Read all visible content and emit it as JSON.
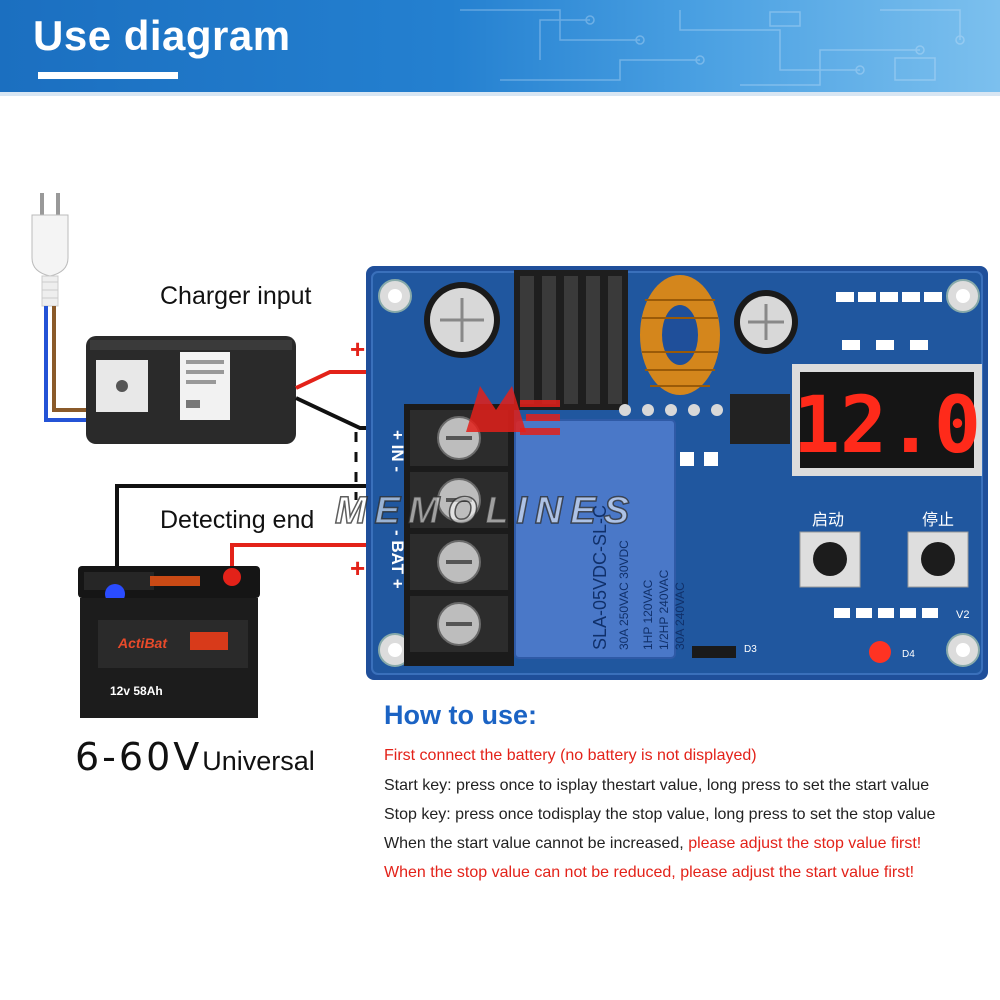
{
  "header": {
    "title": "Use diagram"
  },
  "labels": {
    "charger_input": "Charger input",
    "detecting_end": "Detecting end",
    "voltage_range": "6-60V",
    "voltage_suffix": "Universal"
  },
  "terminals": {
    "plus": "+",
    "minus": "-",
    "in_label": "+ IN -",
    "bat_label": "- BAT +"
  },
  "board": {
    "display_value": "12.0",
    "start_key": "启动",
    "stop_key": "停止",
    "relay_text_1": "SLA-05VDC-SL-C",
    "relay_text_2": "30A 250VAC 30VDC",
    "relay_text_3": "1HP 120VAC",
    "relay_text_4": "1/2HP 240VAC",
    "relay_text_5": "30A 240VAC",
    "v2_label": "V2",
    "d4_label": "D4",
    "d3_label": "D3"
  },
  "battery": {
    "brand": "ActiBat",
    "spec": "12v 58Ah"
  },
  "watermark": "MEMOLINES",
  "howto": {
    "title": "How to use:",
    "line1": "First connect the battery (no battery is not displayed)",
    "line2": "Start key: press once to isplay thestart value, long press to set the start value",
    "line3": "Stop key: press once todisplay the stop value, long press to set the stop value",
    "line4a": "When the start value cannot be increased, ",
    "line4b": "please adjust the stop value first!",
    "line5": "When the stop value can not be reduced, please adjust the start value first!"
  },
  "colors": {
    "header_blue": "#1b6fc0",
    "pcb_blue": "#1f4f9a",
    "relay_blue": "#4a78c8",
    "display_red": "#ff2a1a",
    "title_blue": "#1b63c4",
    "warning_red": "#e32219",
    "wire_red": "#e32219"
  }
}
